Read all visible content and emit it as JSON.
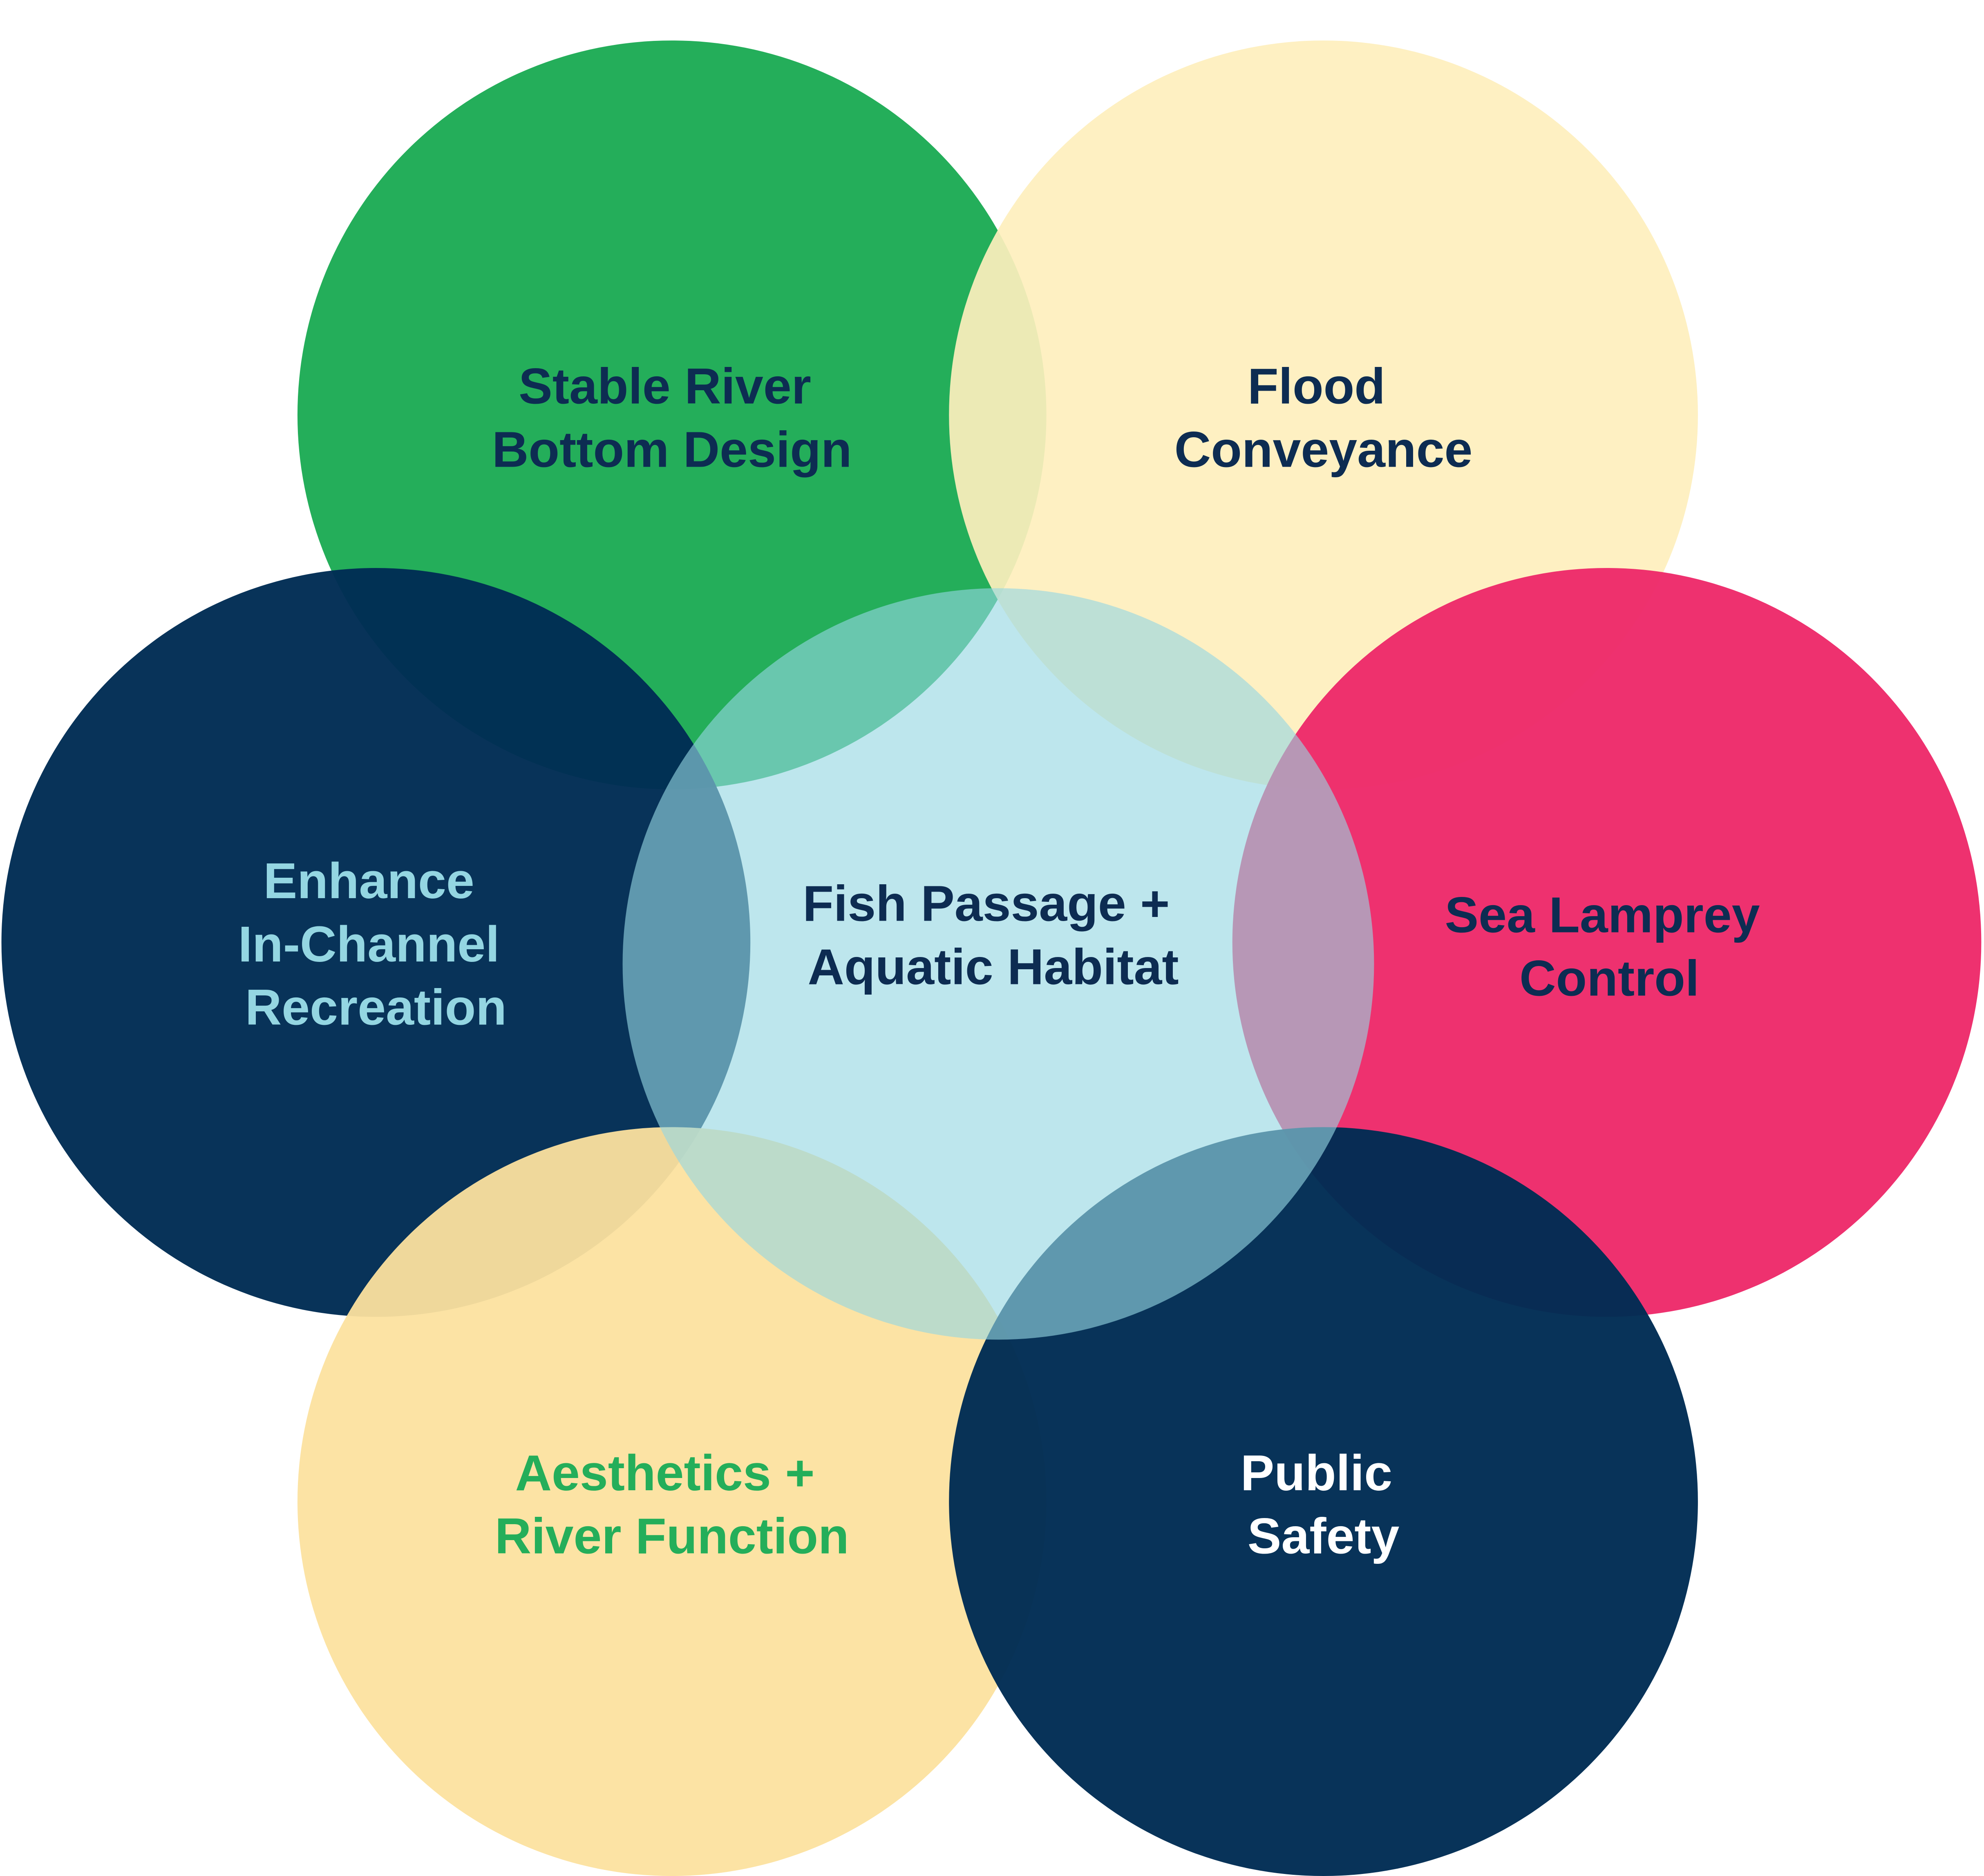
{
  "diagram": {
    "title_center": [
      "Fish Passage +",
      "Aquatic Habitat"
    ],
    "circles": [
      {
        "id": "stable-river",
        "lines": [
          "Stable River",
          "Bottom Design"
        ],
        "fill": "#24ae5a",
        "text_color": "#0d2c52"
      },
      {
        "id": "flood",
        "lines": [
          "Flood",
          "Conveyance"
        ],
        "fill": "#feefbd",
        "text_color": "#0d2c52"
      },
      {
        "id": "enhance",
        "lines": [
          "Enhance",
          "In-Channel",
          "Recreation"
        ],
        "fill": "#002c54",
        "text_color": "#94d6e2"
      },
      {
        "id": "sea-lamprey",
        "lines": [
          "Sea Lamprey",
          "Control"
        ],
        "fill": "#ed2a6a",
        "text_color": "#0d2c52"
      },
      {
        "id": "aesthetics",
        "lines": [
          "Aesthetics +",
          "River Function"
        ],
        "fill": "#fce29f",
        "text_color": "#24ae5a"
      },
      {
        "id": "public-safety",
        "lines": [
          "Public",
          "Safety"
        ],
        "fill": "#002c54",
        "text_color": "#ffffff"
      }
    ],
    "center_fill": "#94d6e2",
    "center_text_color": "#0d2c52"
  }
}
